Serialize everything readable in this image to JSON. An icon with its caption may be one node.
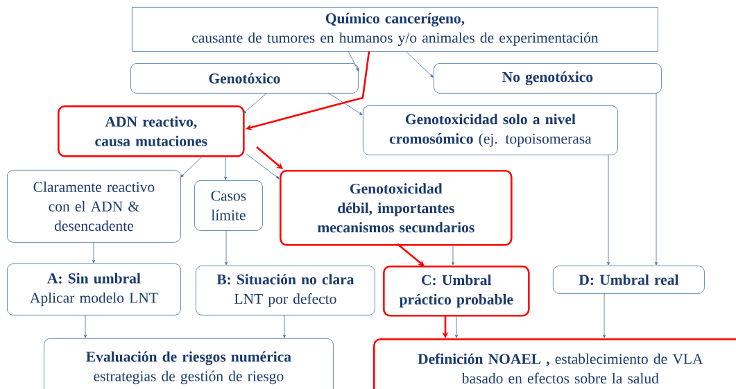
{
  "diagram": {
    "nodes": [
      {
        "text": [
          "Químico cancerígeno,",
          "causante de tumores en humanos y/o animales de experimentación"
        ]
      },
      {
        "text": [
          "Genotóxico"
        ]
      },
      {
        "text": [
          "No genotóxico"
        ]
      },
      {
        "text": [
          "ADN reactivo, causa mutaciones"
        ]
      },
      {
        "text": [
          "**Genotoxicidad solo a nivel cromosómico** (ej. topoisomerasa"
        ]
      },
      {
        "text": [
          "Claramente reactivo con el ADN & desencadente"
        ]
      },
      {
        "text": [
          "Casos límite"
        ]
      },
      {
        "text": [
          "Genotoxicidad débil, importantes mecanismos secundarios"
        ]
      },
      {
        "text": [
          "A: Sin umbral",
          "Aplicar modelo LNT"
        ]
      },
      {
        "text": [
          "B: Situación no clara",
          "LNT por defecto"
        ]
      },
      {
        "text": [
          "C: Umbral práctico probable"
        ]
      },
      {
        "text": [
          "D: Umbral real"
        ]
      },
      {
        "text": [
          "Evaluación de riesgos numérica",
          "estrategias de gestión de riesgo"
        ]
      },
      {
        "text": [
          "**Definición NOAEL ,** establecimiento de VLA",
          "basado en efectos sobre la salud"
        ]
      }
    ],
    "edges": [
      {
        "from": 0,
        "to": 1,
        "arrow": "to"
      },
      {
        "from": 0,
        "to": 2,
        "arrow": "to"
      },
      {
        "from": 0,
        "to": 3,
        "arrow": "to",
        "style": "thick",
        "color": "#ff0000"
      },
      {
        "from": 1,
        "to": 3,
        "arrow": "to"
      },
      {
        "from": 1,
        "to": 4,
        "arrow": "to"
      },
      {
        "from": 3,
        "to": 5,
        "arrow": "to"
      },
      {
        "from": 3,
        "to": 6,
        "arrow": "to"
      },
      {
        "from": 3,
        "to": 7,
        "arrow": "to"
      },
      {
        "from": 3,
        "to": 7,
        "arrow": "to",
        "style": "thick",
        "color": "#ff0000"
      },
      {
        "from": 5,
        "to": 8,
        "arrow": "to"
      },
      {
        "from": 6,
        "to": 9,
        "arrow": "to"
      },
      {
        "from": 7,
        "to": 10,
        "arrow": "to",
        "style": "thick",
        "color": "#ff0000"
      },
      {
        "from": 7,
        "to": 10,
        "arrow": "to"
      },
      {
        "from": 4,
        "to": 11,
        "arrow": "to"
      },
      {
        "from": 2,
        "to": 11,
        "arrow": "to"
      },
      {
        "from": 8,
        "to": 12,
        "arrow": "to"
      },
      {
        "from": 9,
        "to": 12,
        "arrow": "to"
      },
      {
        "from": 10,
        "to": 13,
        "arrow": "to",
        "style": "thick",
        "color": "#ff0000"
      },
      {
        "from": 10,
        "to": 13,
        "arrow": "to"
      },
      {
        "from": 11,
        "to": 13,
        "arrow": "to"
      }
    ]
  }
}
